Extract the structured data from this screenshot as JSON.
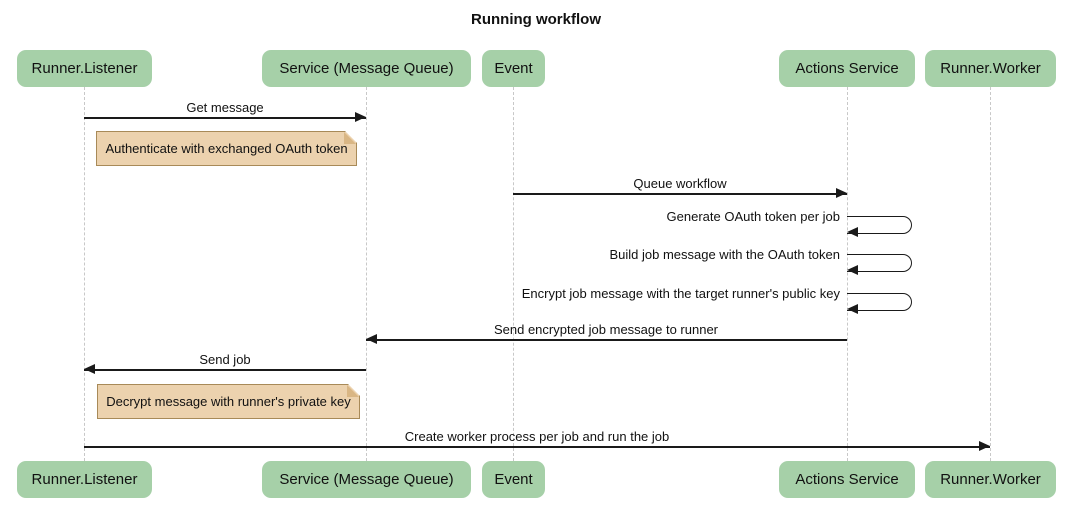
{
  "title": "Running workflow",
  "colors": {
    "actor_fill": "#a6d0a8",
    "note_fill": "#ecd2ae",
    "note_border": "#a88a58",
    "lifeline": "#c8c8c8",
    "arrow": "#1a1a1a",
    "text": "#111111",
    "background": "#ffffff"
  },
  "diagram": {
    "type": "sequence",
    "participants": [
      {
        "name": "Runner.Listener"
      },
      {
        "name": "Service (Message Queue)"
      },
      {
        "name": "Event"
      },
      {
        "name": "Actions Service"
      },
      {
        "name": "Runner.Worker"
      }
    ],
    "messages": [
      {
        "kind": "solid-arrow",
        "from": "Runner.Listener",
        "to": "Service (Message Queue)",
        "label": "Get message"
      },
      {
        "kind": "note",
        "position": "right of Runner.Listener",
        "label": "Authenticate with exchanged OAuth token"
      },
      {
        "kind": "solid-arrow",
        "from": "Event",
        "to": "Actions Service",
        "label": "Queue workflow"
      },
      {
        "kind": "self-arrow",
        "from": "Actions Service",
        "to": "Actions Service",
        "label": "Generate OAuth token per job"
      },
      {
        "kind": "self-arrow",
        "from": "Actions Service",
        "to": "Actions Service",
        "label": "Build job message with the OAuth token"
      },
      {
        "kind": "self-arrow",
        "from": "Actions Service",
        "to": "Actions Service",
        "label": "Encrypt job message with the target runner's public key"
      },
      {
        "kind": "solid-arrow",
        "from": "Actions Service",
        "to": "Service (Message Queue)",
        "label": "Send encrypted job message to runner"
      },
      {
        "kind": "solid-arrow",
        "from": "Service (Message Queue)",
        "to": "Runner.Listener",
        "label": "Send job"
      },
      {
        "kind": "note",
        "position": "right of Runner.Listener",
        "label": "Decrypt message with runner's private key"
      },
      {
        "kind": "solid-arrow",
        "from": "Runner.Listener",
        "to": "Runner.Worker",
        "label": "Create worker process per job and run the job"
      }
    ]
  }
}
